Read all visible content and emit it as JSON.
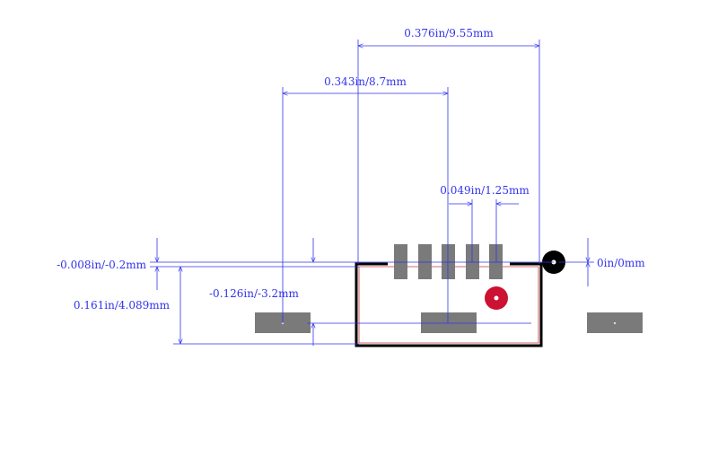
{
  "colors": {
    "dimension": "#3333ee",
    "pad": "#7a7a7a",
    "outline": "#000000",
    "board_edge": "#cc3333",
    "pin1_marker": "#cc1133",
    "origin_marker": "#000000",
    "background": "#ffffff"
  },
  "dimensions": {
    "overall_width": "0.376in/9.55mm",
    "pad_span": "0.343in/8.7mm",
    "pin_pitch": "0.049in/1.25mm",
    "top_offset": "-0.008in/-0.2mm",
    "body_height": "0.161in/4.089mm",
    "mount_offset": "-0.126in/-3.2mm",
    "origin_offset": "0in/0mm"
  },
  "footprint": {
    "signal_pin_count": 5,
    "mounting_pad_count": 3
  }
}
